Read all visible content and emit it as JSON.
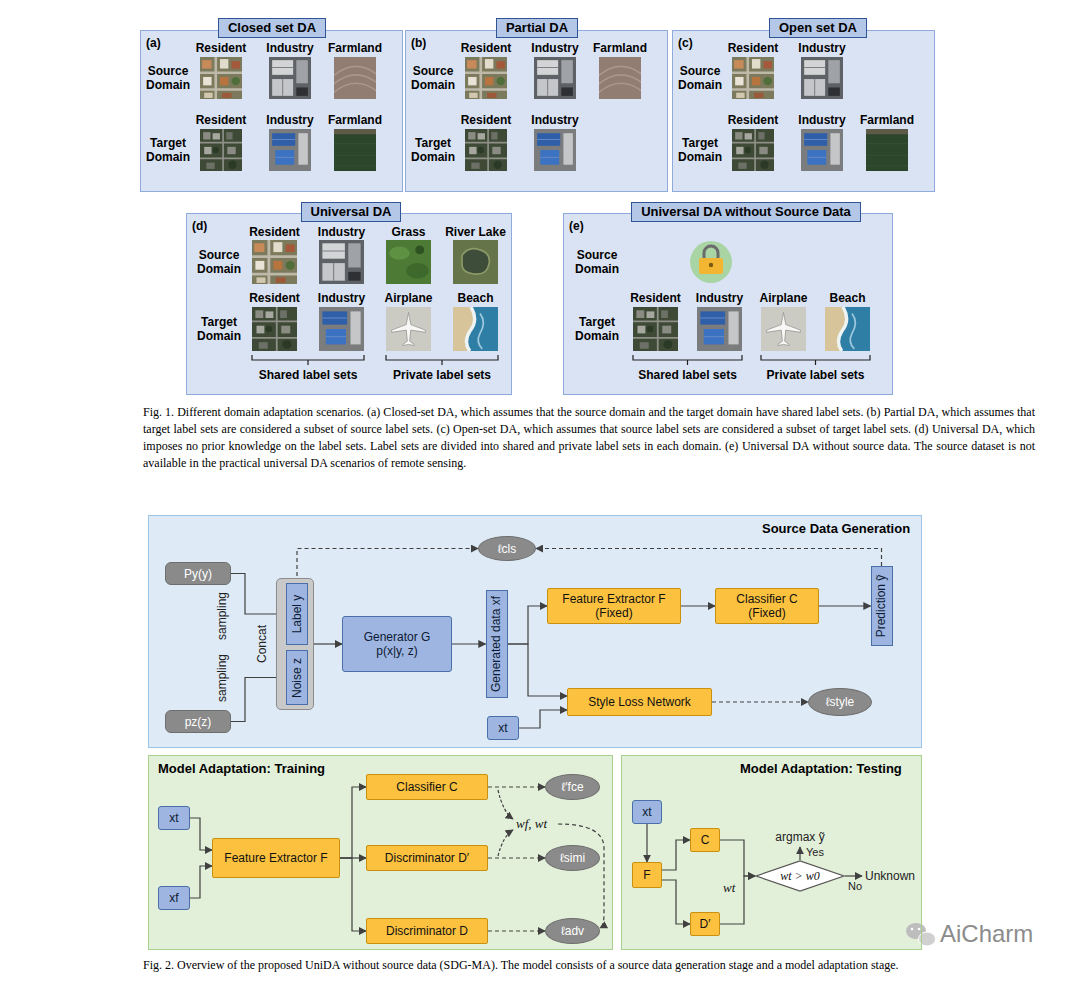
{
  "diagram": {
    "nodes": [
      {
        "text": [
          "(a)",
          "Source Domain",
          "Target Domain",
          "Resident",
          "Industry",
          "Farmland",
          "Resident",
          "Industry",
          "Farmland"
        ]
      },
      {
        "text": [
          "Closed set DA"
        ],
        "in": 0
      },
      {
        "text": [
          "(b)",
          "Source Domain",
          "Target Domain",
          "Resident",
          "Industry",
          "Farmland",
          "Resident",
          "Industry"
        ]
      },
      {
        "text": [
          "Partial DA"
        ],
        "in": 2
      },
      {
        "text": [
          "(c)",
          "Source Domain",
          "Target Domain",
          "Resident",
          "Industry",
          "Resident",
          "Industry",
          "Farmland"
        ]
      },
      {
        "text": [
          "Open set DA"
        ],
        "in": 4
      },
      {
        "text": [
          "(d)",
          "Source Domain",
          "Target Domain",
          "Resident",
          "Industry",
          "Grass",
          "River Lake",
          "Resident",
          "Industry",
          "Airplane",
          "Beach",
          "Shared label sets",
          "Private label sets"
        ]
      },
      {
        "text": [
          "Universal DA"
        ],
        "in": 6
      },
      {
        "text": [
          "(e)",
          "Source Domain",
          "Target Domain",
          "Resident",
          "Industry",
          "Airplane",
          "Beach",
          "Shared label sets",
          "Private label sets"
        ]
      },
      {
        "text": [
          "Universal DA without Source Data"
        ],
        "in": 8
      },
      {
        "text": [
          "Source Data Generation"
        ]
      },
      {
        "text": [
          "ℓcls"
        ],
        "in": 10
      },
      {
        "text": [
          "Py(y)"
        ],
        "in": 10
      },
      {
        "text": [
          "Concat"
        ],
        "in": 10
      },
      {
        "text": [
          "Label y"
        ],
        "in": 13
      },
      {
        "text": [
          "Noise z"
        ],
        "in": 13
      },
      {
        "text": [
          "pz(z)"
        ],
        "in": 10
      },
      {
        "text": [
          "Generator G",
          "p(x|y, z)"
        ],
        "in": 10
      },
      {
        "text": [
          "Generated data xf"
        ],
        "in": 10
      },
      {
        "text": [
          "xt"
        ],
        "in": 10
      },
      {
        "text": [
          "Feature Extractor F (Fixed)"
        ],
        "in": 10
      },
      {
        "text": [
          "Classifier C (Fixed)"
        ],
        "in": 10
      },
      {
        "text": [
          "Prediction ỹ"
        ],
        "in": 10
      },
      {
        "text": [
          "Style Loss Network"
        ],
        "in": 10
      },
      {
        "text": [
          "ℓstyle"
        ],
        "in": 10
      },
      {
        "text": [
          "Model Adaptation: Training"
        ]
      },
      {
        "text": [
          "xt"
        ],
        "in": 25
      },
      {
        "text": [
          "xf"
        ],
        "in": 25
      },
      {
        "text": [
          "Feature Extractor F"
        ],
        "in": 25
      },
      {
        "text": [
          "Classifier C"
        ],
        "in": 25
      },
      {
        "text": [
          "ℓ′fce"
        ],
        "in": 25
      },
      {
        "text": [
          "Discriminator D′"
        ],
        "in": 25
      },
      {
        "text": [
          "ℓsimi"
        ],
        "in": 25
      },
      {
        "text": [
          "Discriminator D"
        ],
        "in": 25
      },
      {
        "text": [
          "ℓadv"
        ],
        "in": 25
      },
      {
        "text": [
          "Model Adaptation: Testing"
        ]
      },
      {
        "text": [
          "xt"
        ],
        "in": 35
      },
      {
        "text": [
          "F"
        ],
        "in": 35
      },
      {
        "text": [
          "C"
        ],
        "in": 35
      },
      {
        "text": [
          "wt > w0"
        ],
        "in": 35
      },
      {
        "text": [
          "D′"
        ],
        "in": 35
      }
    ],
    "edges": [
      {
        "from": 12,
        "to": 14,
        "arrow": "to"
      },
      {
        "from": 16,
        "to": 15,
        "arrow": "to"
      },
      {
        "from": 13,
        "to": 17,
        "arrow": "to"
      },
      {
        "from": 17,
        "to": 18,
        "arrow": "to"
      },
      {
        "from": 18,
        "to": 20,
        "arrow": "to"
      },
      {
        "from": 18,
        "to": 23,
        "arrow": "to"
      },
      {
        "from": 19,
        "to": 23,
        "arrow": "to"
      },
      {
        "from": 20,
        "to": 21,
        "arrow": "to"
      },
      {
        "from": 21,
        "to": 22,
        "arrow": "to"
      },
      {
        "from": 22,
        "to": 11,
        "arrow": "to"
      },
      {
        "from": 14,
        "to": 11,
        "arrow": "to"
      },
      {
        "from": 23,
        "to": 24,
        "arrow": "to"
      },
      {
        "from": 26,
        "to": 28,
        "arrow": "to"
      },
      {
        "from": 27,
        "to": 28,
        "arrow": "to"
      },
      {
        "from": 28,
        "to": 29,
        "arrow": "to"
      },
      {
        "from": 28,
        "to": 31,
        "arrow": "to"
      },
      {
        "from": 28,
        "to": 33,
        "arrow": "to"
      },
      {
        "from": 29,
        "to": 30,
        "arrow": "to"
      },
      {
        "from": 31,
        "to": 32,
        "arrow": "to"
      },
      {
        "from": 33,
        "to": 34,
        "arrow": "to"
      },
      {
        "from": 36,
        "to": 37,
        "arrow": "to"
      },
      {
        "from": 37,
        "to": 38,
        "arrow": "to"
      },
      {
        "from": 37,
        "to": 40,
        "arrow": "to"
      },
      {
        "from": 38,
        "to": 39,
        "arrow": "to"
      },
      {
        "from": 40,
        "to": 39,
        "arrow": "to"
      }
    ],
    "labels": [
      "Fig. 1. Different domain adaptation scenarios. (a) Closed-set DA, which assumes that the source domain and the target domain have shared label sets. (b) Partial DA, which assumes that target label sets are considered a subset of source label sets. (c) Open-set DA, which assumes that source label sets are considered a subset of target label sets. (d) Universal DA, which imposes no prior knowledge on the label sets. Label sets are divided into shared and private label sets in each domain. (e) Universal DA without source data. The source dataset is not available in the practical universal DA scenarios of remote sensing.",
      "sampling",
      "sampling",
      "wf, wt",
      "argmax ỹ",
      "Yes",
      "wt",
      "Unknown",
      "No",
      "AiCharm",
      "Fig. 2. Overview of the proposed UniDA without source data (SDG-MA). The model consists of a source data generation stage and a model adaptation stage."
    ]
  }
}
